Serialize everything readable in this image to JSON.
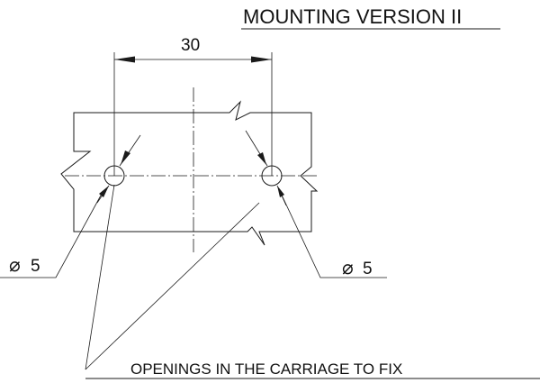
{
  "title": "MOUNTING VERSION II",
  "dimension_spacing": "30",
  "hole_left": {
    "symbol": "⌀",
    "value": "5"
  },
  "hole_right": {
    "symbol": "⌀",
    "value": "5"
  },
  "note": "OPENINGS IN THE CARRIAGE TO FIX"
}
